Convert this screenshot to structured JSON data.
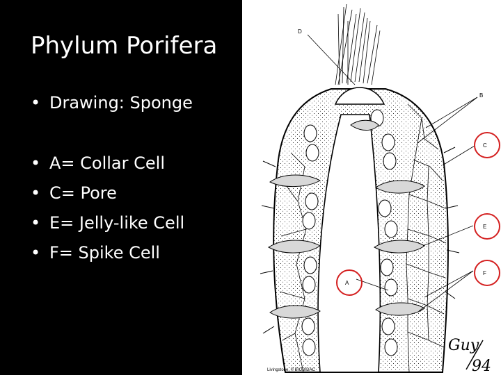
{
  "title": "Phylum Porifera",
  "bullets": [
    {
      "marker": "•",
      "text": "Drawing:  Sponge"
    },
    {
      "marker": "•",
      "text": "A= Collar Cell"
    },
    {
      "marker": "•",
      "text": "C= Pore"
    },
    {
      "marker": "•",
      "text": "E= Jelly-like Cell"
    },
    {
      "marker": "•",
      "text": "F= Spike Cell"
    }
  ],
  "figure": {
    "labels": {
      "A": "A",
      "B": "B",
      "C": "C",
      "D": "D",
      "E": "E",
      "F": "F"
    },
    "credit": "Livingstone, © BIODIDAC",
    "signature_top": "Guy",
    "signature_bottom": "94",
    "highlight_color": "#d42020"
  }
}
